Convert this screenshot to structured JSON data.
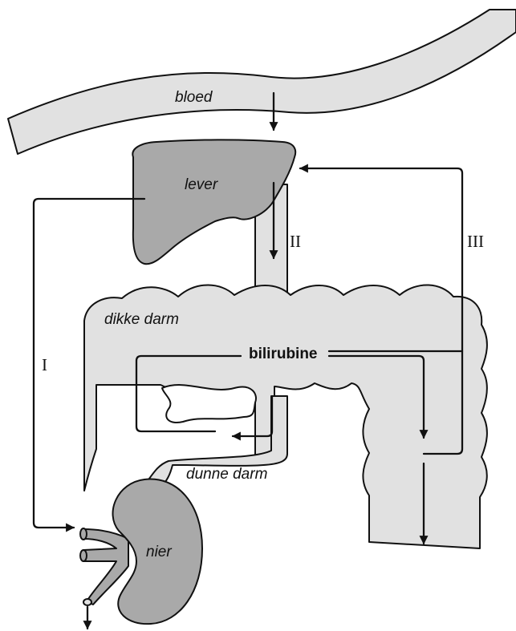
{
  "labels": {
    "blood": "bloed",
    "liver": "lever",
    "colon": "dikke darm",
    "small_intestine": "dunne darm",
    "kidney": "nier",
    "substance": "bilirubine"
  },
  "routes": {
    "route_1": "I",
    "route_2": "II",
    "route_3": "III"
  },
  "colors": {
    "organ_fill": "#a9a9a9",
    "tract_fill": "#e1e1e1",
    "line": "#111111"
  }
}
